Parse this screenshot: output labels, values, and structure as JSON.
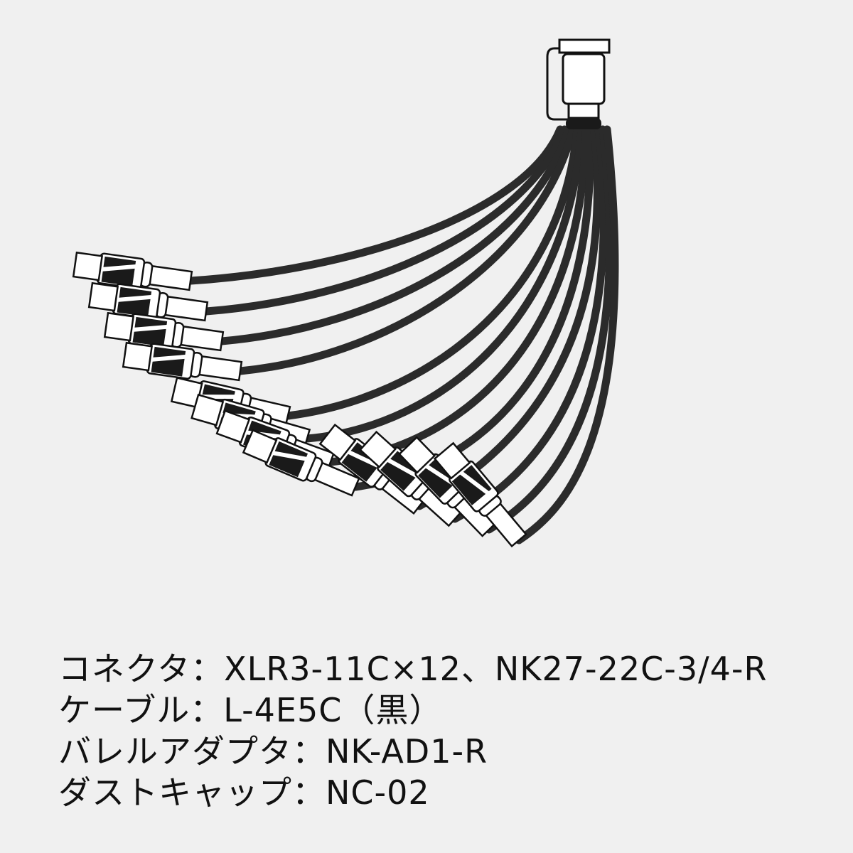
{
  "colors": {
    "background": "#f0f0f0",
    "cable": "#2b2b2b",
    "outline": "#111111",
    "plug_fill": "#ffffff",
    "sleeve": "#1a1a1a"
  },
  "icons": {
    "multipin": "multipin-connector-icon",
    "xlr": "xlr-connector-icon"
  },
  "specs": [
    {
      "label": "コネクタ",
      "value": "XLR3-11C×12、NK27-22C-3/4-R"
    },
    {
      "label": "ケーブル",
      "value": "L-4E5C（黒）"
    },
    {
      "label": "バレルアダプタ",
      "value": "NK-AD1-R"
    },
    {
      "label": "ダストキャップ",
      "value": "NC-02"
    }
  ],
  "separator": "："
}
